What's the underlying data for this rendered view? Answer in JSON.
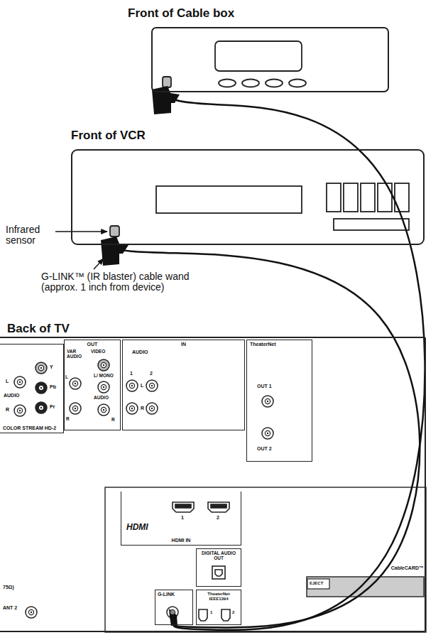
{
  "diagram": {
    "nodes": [
      {
        "text": [
          "Front of Cable box"
        ]
      },
      {
        "text": [
          "Front of VCR"
        ]
      },
      {
        "text": [
          "Back of TV"
        ]
      },
      {
        "text": [
          "COLOR STREAM HD-2"
        ],
        "in": 2
      },
      {
        "text": [
          "OUT"
        ],
        "in": 2
      },
      {
        "text": [
          "IN"
        ],
        "in": 2
      },
      {
        "text": [
          "TheaterNet"
        ],
        "in": 2
      },
      {
        "text": [
          "HDMI IN"
        ],
        "in": 2
      },
      {
        "text": [
          "DIGITAL AUDIO OUT"
        ],
        "in": 2
      },
      {
        "text": [
          "G-LINK"
        ],
        "in": 2
      },
      {
        "text": [
          "TheaterNet IEEE1394"
        ],
        "in": 2
      },
      {
        "text": [
          "CableCARD™"
        ],
        "in": 2
      }
    ],
    "edges": [
      {
        "from": 9,
        "to": 0,
        "arrow": "none"
      },
      {
        "from": 9,
        "to": 1,
        "arrow": "none"
      }
    ],
    "labels": [
      "Infrared sensor",
      "G-LINK™ (IR blaster) cable wand (approx. 1 inch from device)",
      "Y",
      "Pb",
      "Pr",
      "L",
      "AUDIO",
      "R",
      "VAR AUDIO",
      "VIDEO",
      "L",
      "R",
      "L/ MONO",
      "AUDIO",
      "R",
      "AUDIO",
      "1",
      "L",
      "2",
      "R",
      "OUT 1",
      "OUT 2",
      "1",
      "2",
      "HDMI",
      "1",
      "2",
      "EJECT",
      "75Ω)",
      "ANT 2"
    ]
  }
}
